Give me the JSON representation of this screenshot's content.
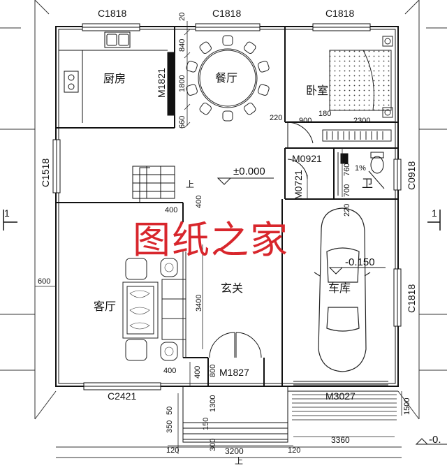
{
  "rooms": {
    "kitchen": "厨房",
    "dining": "餐厅",
    "bedroom": "卧室",
    "living": "客厅",
    "foyer": "玄关",
    "garage": "车库",
    "bathroom": "卫"
  },
  "doors": {
    "kitchen_door": "M1821",
    "bedroom_door": "M0921",
    "bath_door": "M0721",
    "entry_door": "M1827",
    "garage_door": "M3027"
  },
  "windows": {
    "top_left": "C1818",
    "top_mid": "C1818",
    "top_right": "C1818",
    "left_stair": "C1518",
    "right_bath": "C0918",
    "right_garage": "C1818",
    "bottom_living": "C2421"
  },
  "levels": {
    "main": "±0.000",
    "garage": "-0.150",
    "outside": "-0."
  },
  "slope": "1%",
  "stair_up": "上",
  "watermark": "图纸之家",
  "section_mark": "1",
  "dims": {
    "d20": "20",
    "d840": "840",
    "d1800": "1800",
    "d660": "660",
    "d220a": "220",
    "d900": "900",
    "d180": "180",
    "d2300": "2300",
    "d760": "760",
    "d700": "700",
    "d220b": "220",
    "d400a": "400",
    "d400b": "400",
    "d600": "600",
    "d3400": "3400",
    "d400c": "400",
    "d400d": "400",
    "d800": "800",
    "d1300": "1300",
    "d1500": "1500",
    "d50": "50",
    "d350": "350",
    "d150": "150",
    "d300": "300",
    "d3200": "3200",
    "d120a": "120",
    "d120b": "120",
    "d3360": "3360"
  }
}
